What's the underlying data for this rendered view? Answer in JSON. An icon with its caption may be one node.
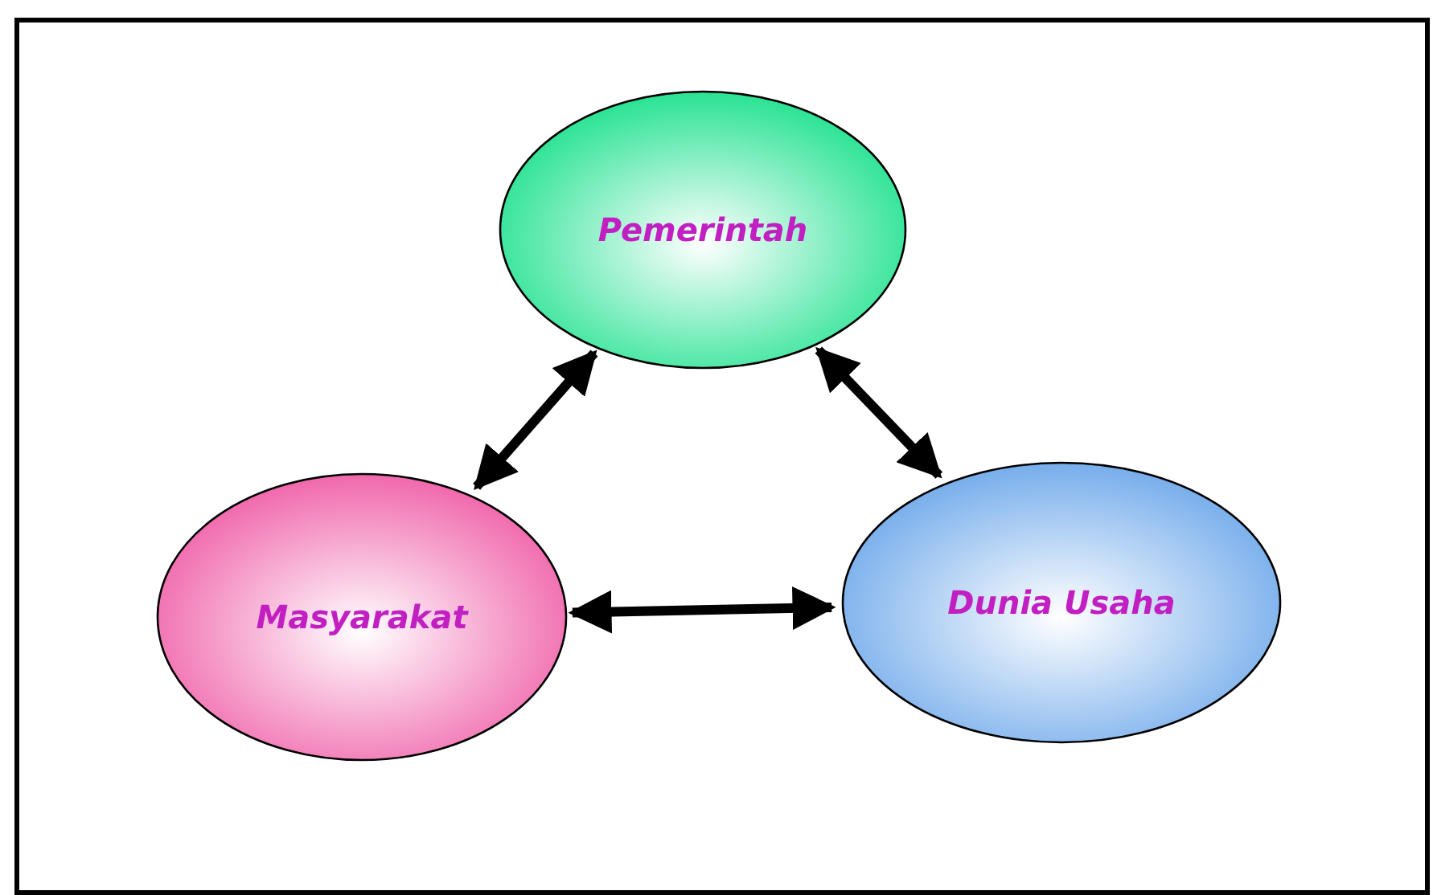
{
  "diagram": {
    "nodes": [
      {
        "text": [
          "Pemerintah"
        ]
      },
      {
        "text": [
          "Masyarakat"
        ]
      },
      {
        "text": [
          "Dunia Usaha"
        ]
      }
    ],
    "edges": [
      {
        "from": 0,
        "to": 1,
        "arrow": "both"
      },
      {
        "from": 0,
        "to": 2,
        "arrow": "both"
      },
      {
        "from": 1,
        "to": 2,
        "arrow": "both"
      }
    ]
  }
}
